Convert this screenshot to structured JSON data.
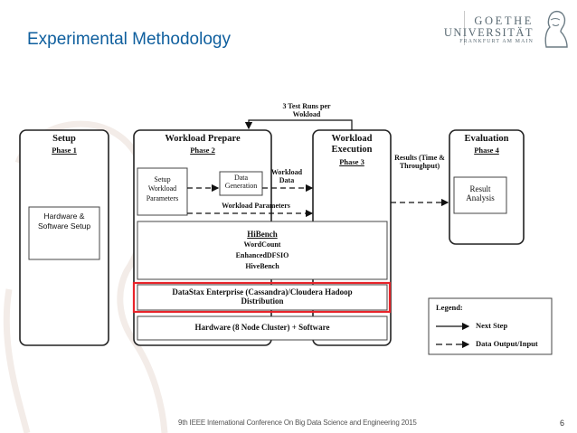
{
  "slide": {
    "title": "Experimental Methodology",
    "footer": "9th IEEE International Conference On Big Data Science and Engineering 2015",
    "page_number": "6"
  },
  "logo": {
    "line1": "GOETHE",
    "line2": "UNIVERSITÄT",
    "line3": "FRANKFURT AM MAIN"
  },
  "diagram": {
    "top_note": "3 Test Runs per Wokload",
    "phases": [
      {
        "title": "Setup",
        "phase": "Phase 1"
      },
      {
        "title": "Workload Prepare",
        "phase": "Phase 2"
      },
      {
        "title": "Workload Execution",
        "phase": "Phase 3"
      },
      {
        "title": "Evaluation",
        "phase": "Phase 4"
      }
    ],
    "hardware_software_setup": "Hardware & Software Setup",
    "setup_workload_parameters": "Setup Workload Parameters",
    "data_generation": "Data Generation",
    "workload_data": "Workload Data",
    "workload_parameters": "Workload Parameters",
    "results": "Results (Time & Throughput)",
    "result_analysis": "Result Analysis",
    "hibench": {
      "title": "HiBench",
      "items": [
        "WordCount",
        "EnhancedDFSIO",
        "HiveBench"
      ]
    },
    "distribution": "DataStax Enterprise (Cassandra)/Cloudera Hadoop Distribution",
    "hardware_cluster": "Hardware (8 Node Cluster) + Software",
    "legend": {
      "title": "Legend:",
      "next_step": "Next Step",
      "data_io": "Data Output/Input"
    },
    "colors": {
      "highlight": "#e8242a",
      "title_blue": "#0f5f9e"
    }
  }
}
